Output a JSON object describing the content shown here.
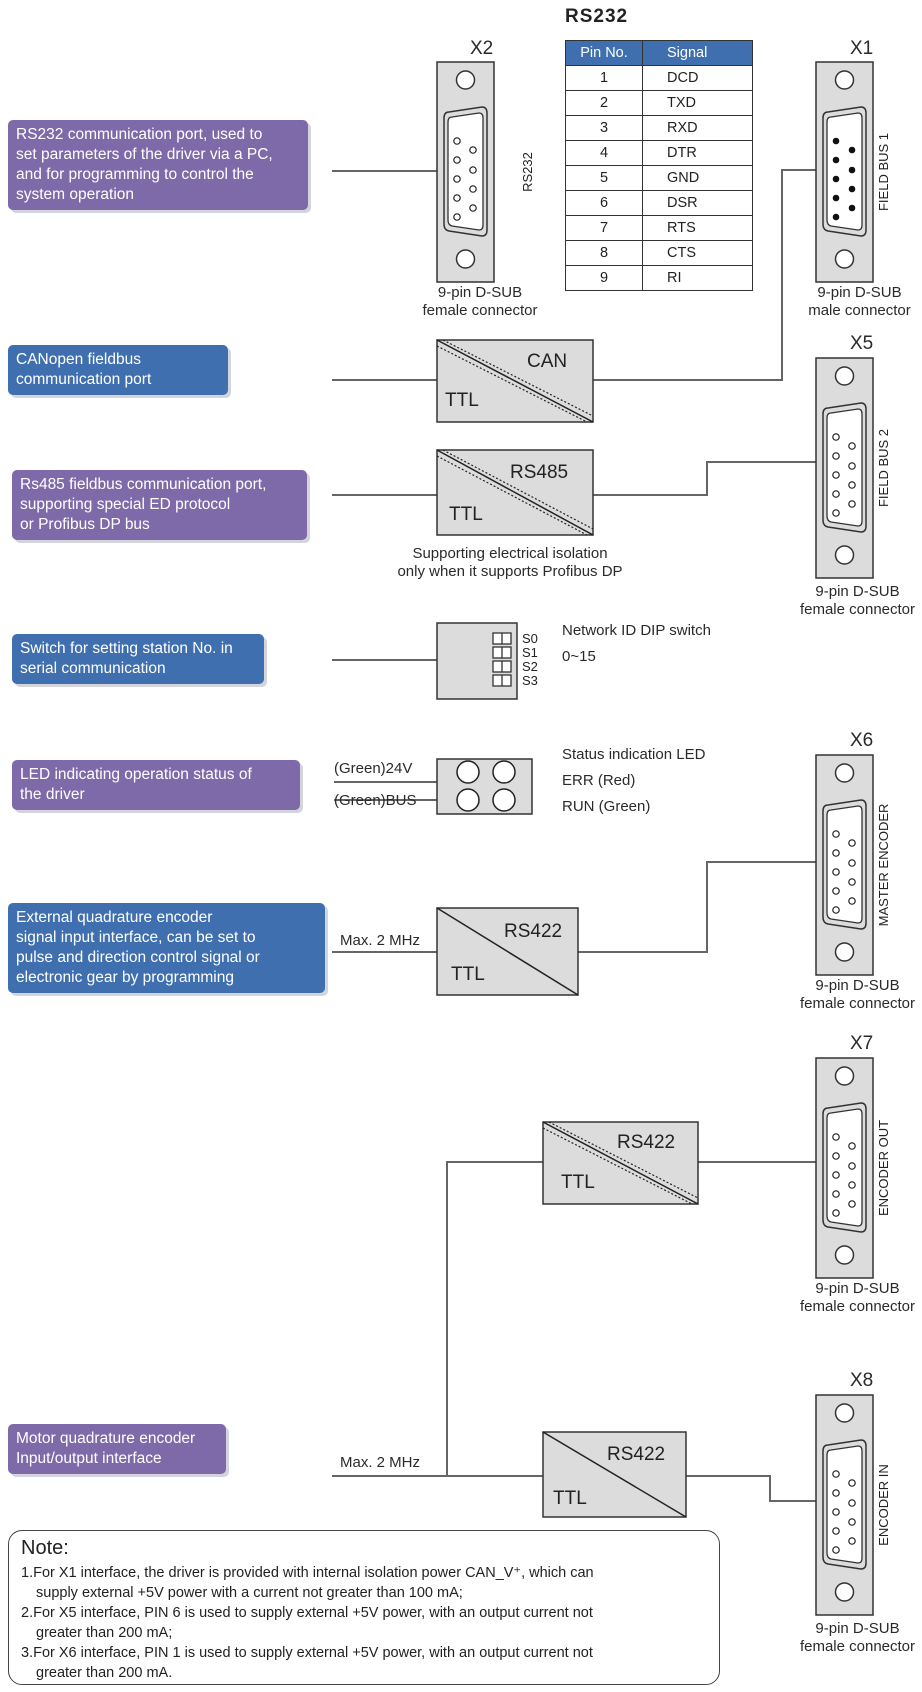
{
  "rs232_table": {
    "title": "RS232",
    "headers": [
      "Pin No.",
      "Signal"
    ],
    "rows": [
      [
        "1",
        "DCD"
      ],
      [
        "2",
        "TXD"
      ],
      [
        "3",
        "RXD"
      ],
      [
        "4",
        "DTR"
      ],
      [
        "5",
        "GND"
      ],
      [
        "6",
        "DSR"
      ],
      [
        "7",
        "RTS"
      ],
      [
        "8",
        "CTS"
      ],
      [
        "9",
        "RI"
      ]
    ]
  },
  "descriptions": {
    "rs232": [
      "RS232 communication port, used to",
      "set parameters of the driver via a PC,",
      "and for programming to control the",
      "system operation"
    ],
    "canopen": [
      "CANopen fieldbus",
      "communication port"
    ],
    "rs485": [
      "Rs485 fieldbus communication port,",
      "supporting special ED protocol",
      "or Profibus DP bus"
    ],
    "switch": [
      "Switch for setting station No. in",
      "serial communication"
    ],
    "led": [
      "LED indicating operation status of",
      "the driver"
    ],
    "ext_encoder": [
      "External quadrature encoder",
      "signal input interface, can be set to",
      "pulse and direction control signal or",
      "electronic gear by programming"
    ],
    "motor_encoder": [
      "Motor quadrature encoder",
      "Input/output interface"
    ]
  },
  "connectors": {
    "x2": {
      "name": "X2",
      "side_label": "RS232",
      "caption": [
        "9-pin D-SUB",
        "female connector"
      ]
    },
    "x1": {
      "name": "X1",
      "side_label": "FIELD BUS 1",
      "caption": [
        "9-pin D-SUB",
        "male connector"
      ]
    },
    "x5": {
      "name": "X5",
      "side_label": "FIELD BUS 2",
      "caption": [
        "9-pin D-SUB",
        "female connector"
      ]
    },
    "x6": {
      "name": "X6",
      "side_label": "MASTER ENCODER",
      "caption": [
        "9-pin D-SUB",
        "female connector"
      ]
    },
    "x7": {
      "name": "X7",
      "side_label": "ENCODER OUT",
      "caption": [
        "9-pin D-SUB",
        "female connector"
      ]
    },
    "x8": {
      "name": "X8",
      "side_label": "ENCODER IN",
      "caption": [
        "9-pin D-SUB",
        "female connector"
      ]
    }
  },
  "transceivers": {
    "can": {
      "top": "CAN",
      "bottom": "TTL"
    },
    "rs485": {
      "top": "RS485",
      "bottom": "TTL"
    },
    "rs422_ext": {
      "top": "RS422",
      "bottom": "TTL"
    },
    "rs422_out": {
      "top": "RS422",
      "bottom": "TTL"
    },
    "rs422_in": {
      "top": "RS422",
      "bottom": "TTL"
    }
  },
  "labels": {
    "isolation": [
      "Supporting electrical isolation",
      "only when it supports Profibus DP"
    ],
    "dip_title": "Network ID DIP switch",
    "dip_range": "0~15",
    "dip_switches": [
      "S0",
      "S1",
      "S2",
      "S3"
    ],
    "led_title": "Status indication LED",
    "led_err": "ERR (Red)",
    "led_run": "RUN (Green)",
    "led_24v": "(Green)24V",
    "led_bus": "(Green)BUS",
    "max_freq_ext": "Max. 2 MHz",
    "max_freq_motor": "Max. 2 MHz"
  },
  "note": {
    "title": "Note:",
    "items": [
      [
        "1.For X1 interface, the driver is provided with internal isolation power CAN_V⁺, which can",
        "supply external +5V power with a current not greater than 100 mA;"
      ],
      [
        "2.For X5 interface, PIN 6 is used to supply external +5V power, with an output current not",
        "greater than 200 mA;"
      ],
      [
        "3.For X6 interface, PIN 1 is used to supply external +5V power, with an output current not",
        "greater than 200 mA."
      ]
    ]
  },
  "colors": {
    "purple": "#7e6aa8",
    "blue": "#3f6fae"
  }
}
